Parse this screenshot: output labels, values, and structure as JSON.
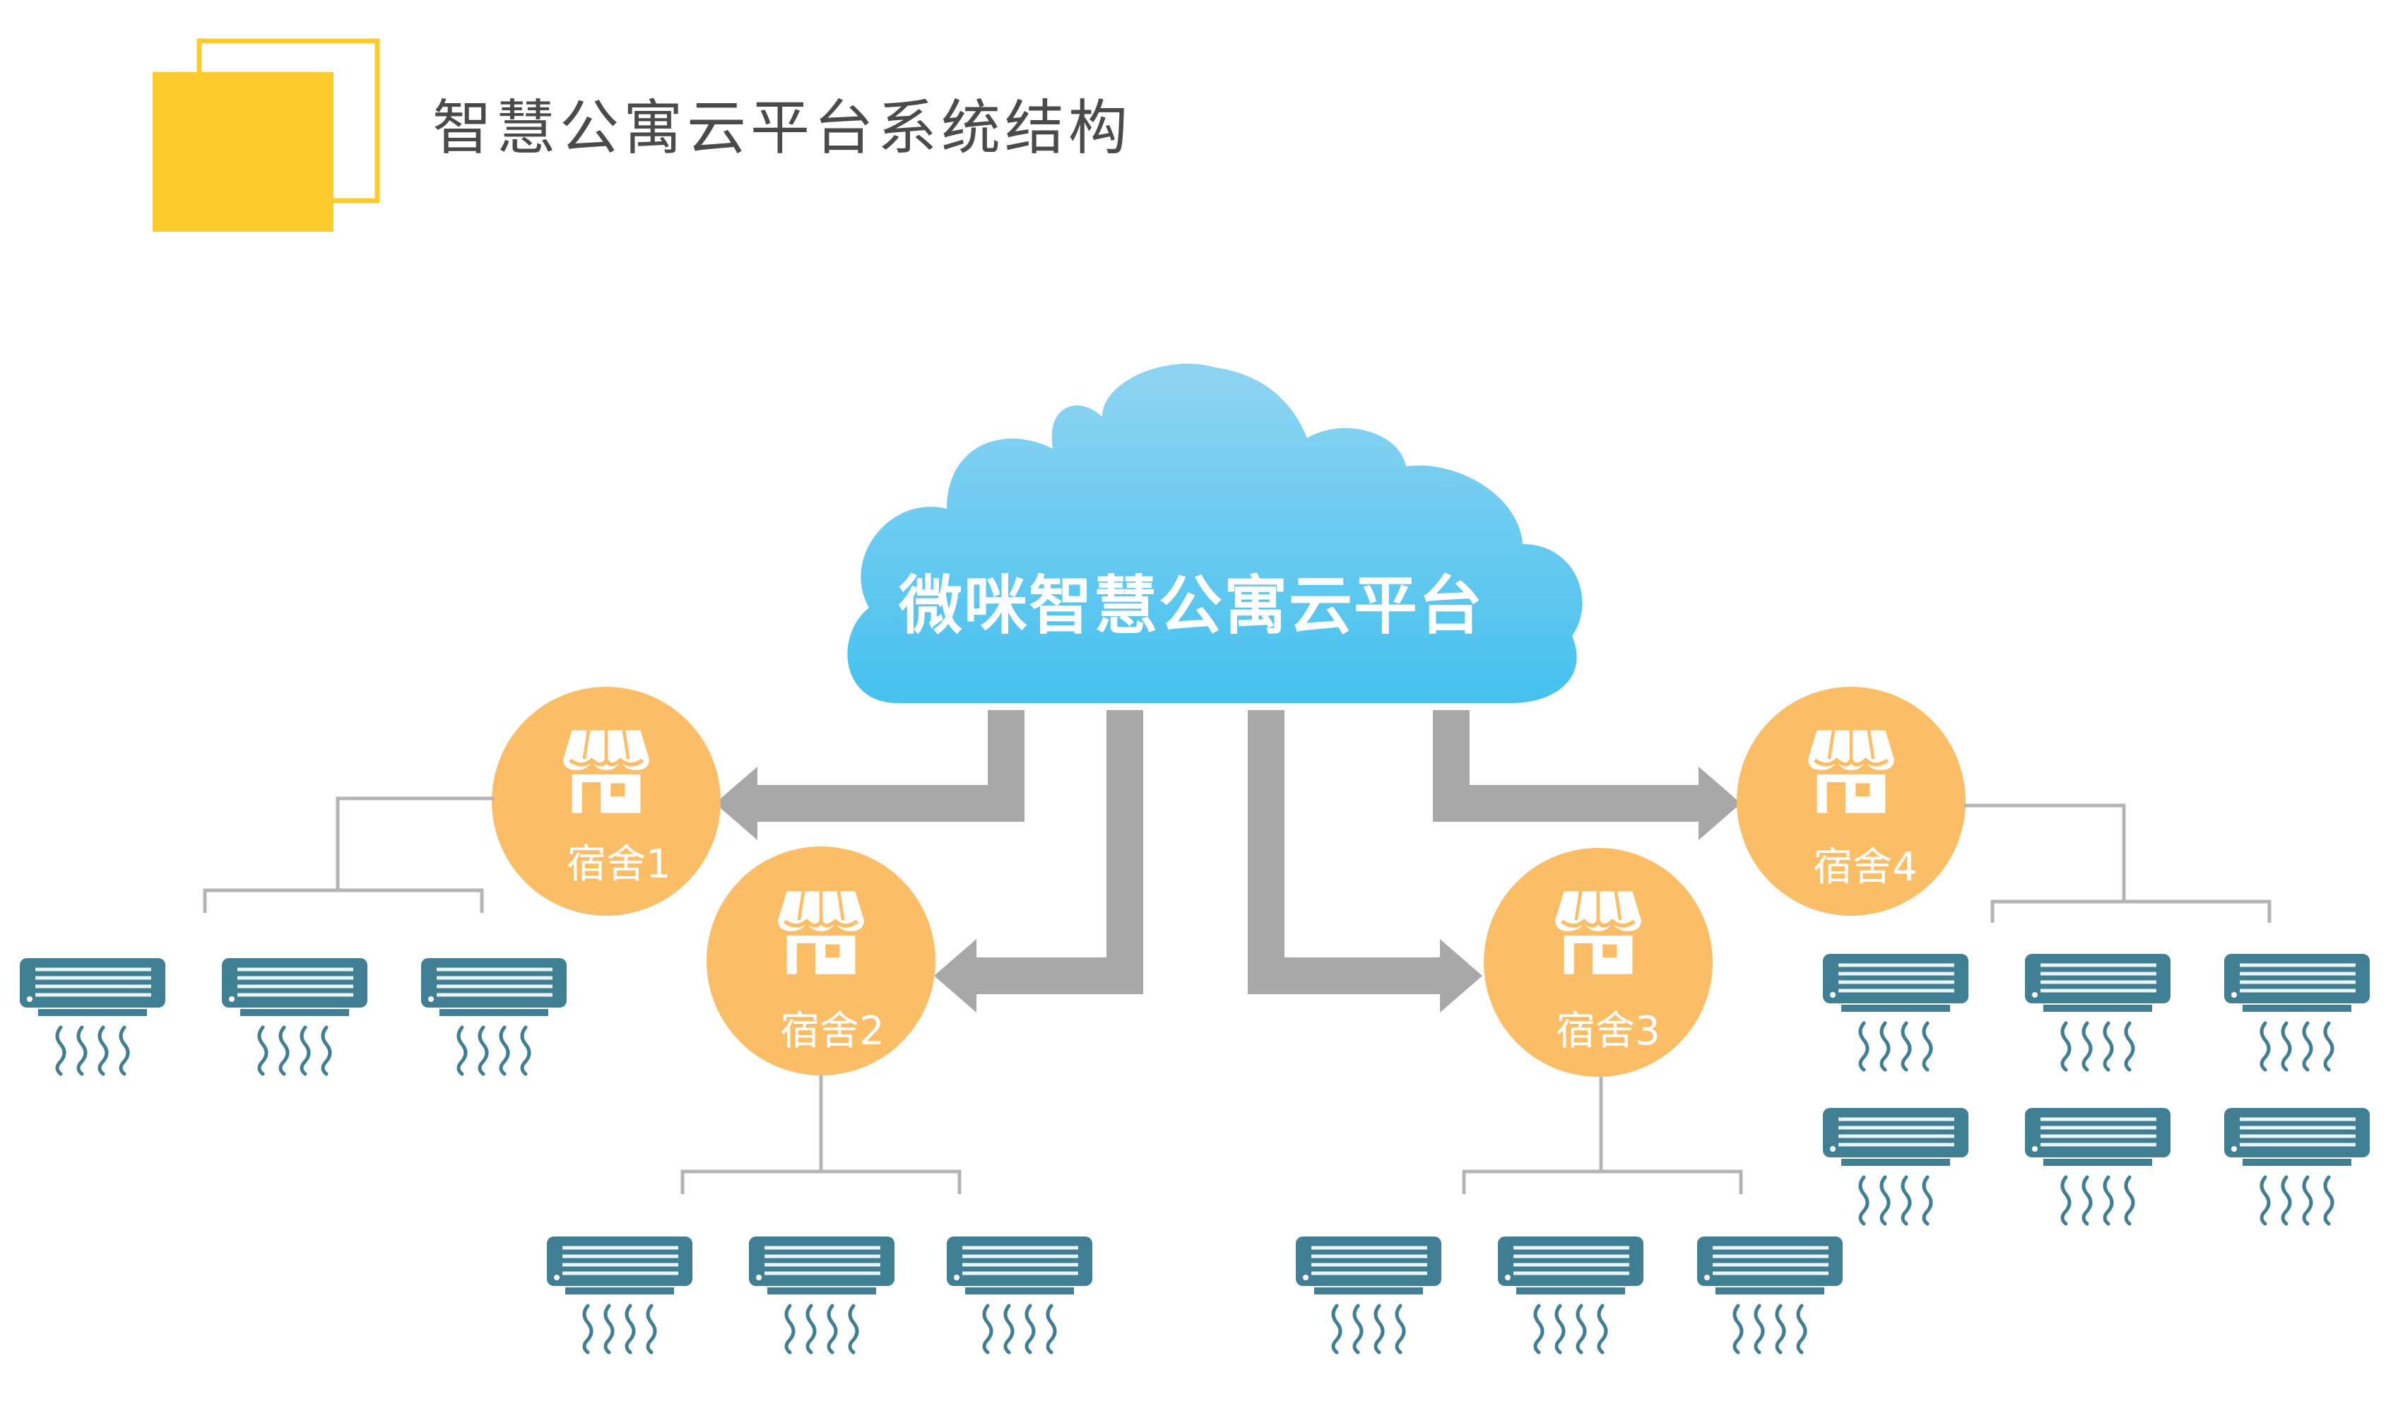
{
  "header": {
    "title": "智慧公寓云平台系统结构",
    "accent_color": "#fecb2f"
  },
  "cloud": {
    "label": "微咪智慧公寓云平台",
    "color_top": "#8fd4f2",
    "color_bottom": "#45c1ee"
  },
  "dorms": [
    {
      "label": "宿舍1",
      "icon": "shop-icon",
      "ac_units": 3
    },
    {
      "label": "宿舍2",
      "icon": "shop-icon",
      "ac_units": 3
    },
    {
      "label": "宿舍3",
      "icon": "shop-icon",
      "ac_units": 3
    },
    {
      "label": "宿舍4",
      "icon": "shop-icon",
      "ac_units": 6
    }
  ],
  "colors": {
    "dorm_circle": "#fcbd67",
    "arrow": "#a8a8a8",
    "ac_unit": "#3f7e93"
  },
  "icons": {
    "ac": "air-conditioner-icon"
  }
}
